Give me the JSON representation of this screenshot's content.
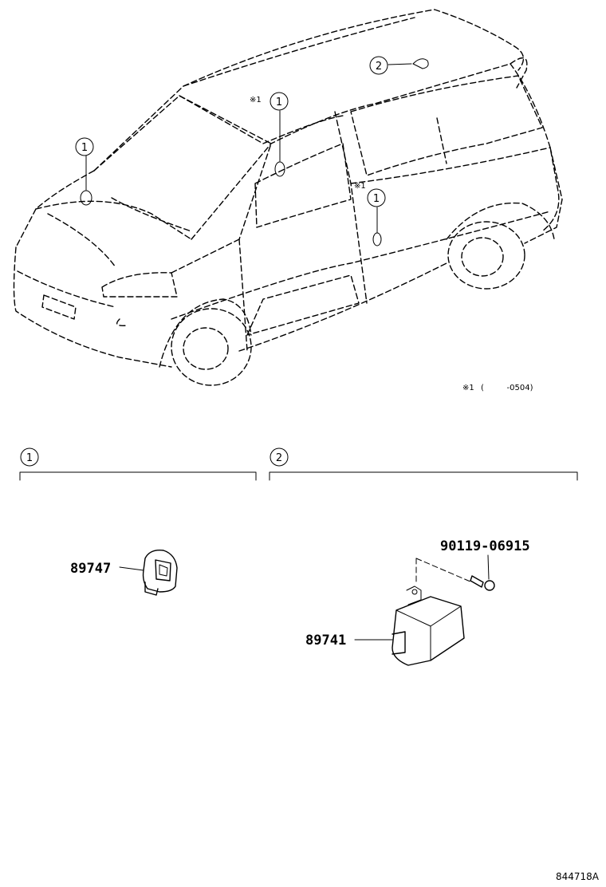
{
  "callouts": {
    "one": "1",
    "two": "2"
  },
  "note_marks": {
    "mark": "※1"
  },
  "legend": {
    "mark": "※1",
    "range": "(         -0504)"
  },
  "parts": {
    "sensor": "89747",
    "module": "89741",
    "bolt": "90119-06915"
  },
  "reference_code": "844718A"
}
